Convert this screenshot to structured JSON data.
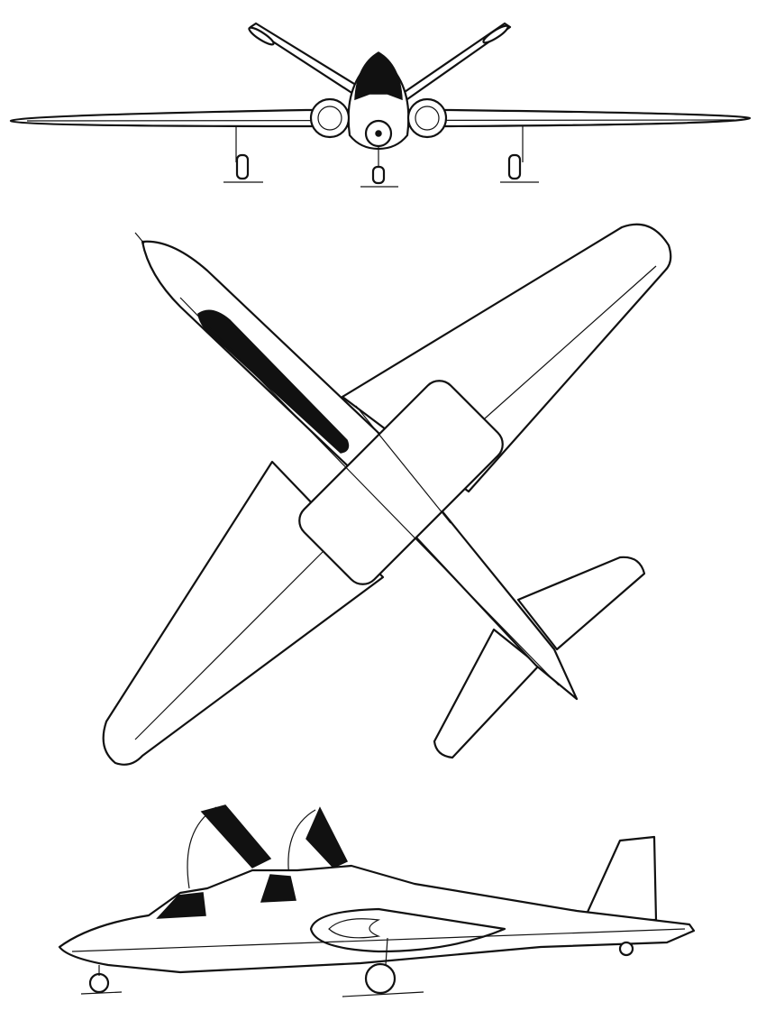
{
  "drawing": {
    "views": [
      "front",
      "top",
      "side"
    ],
    "line_color": "#111111",
    "background_color": "#ffffff"
  }
}
